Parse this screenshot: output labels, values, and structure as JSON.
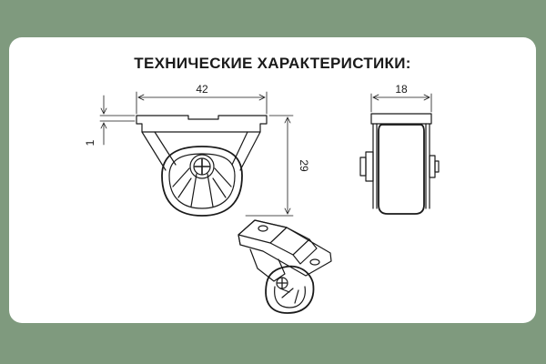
{
  "page": {
    "title": "ТЕХНИЧЕСКИЕ ХАРАКТЕРИСТИКИ:",
    "background_color": "#7f9a7e",
    "card_color": "#ffffff"
  },
  "drawing": {
    "front_view": {
      "width_label": "42",
      "height_label": "29",
      "offset_label": "1"
    },
    "side_view": {
      "width_label": "18"
    },
    "isometric_view": {}
  }
}
